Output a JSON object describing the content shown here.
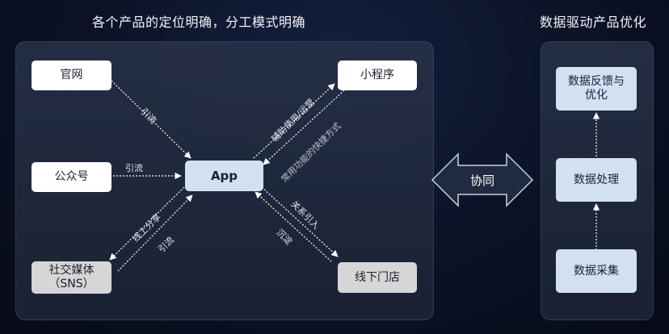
{
  "left": {
    "title": "各个产品的定位明确，分工模式明确",
    "nodes": {
      "guanwang": "官网",
      "gongzhonghao": "公众号",
      "shejiao_line1": "社交媒体",
      "shejiao_line2": "（SNS）",
      "app": "App",
      "xiaochengxu": "小程序",
      "xianxia": "线下门店"
    },
    "edge_labels": {
      "guanwang_app": "引流",
      "gongzhonghao_app": "引流",
      "app_shejiao": "线上分享",
      "shejiao_app": "引流",
      "app_xiaochengxu": "辅助使用/运营",
      "xiaochengxu_app": "常用功能的快捷方式",
      "app_xianxia": "关系引入",
      "xianxia_app": "沉淀"
    }
  },
  "middle": {
    "label": "协同"
  },
  "right": {
    "title": "数据驱动产品优化",
    "steps": {
      "top_line1": "数据反馈与",
      "top_line2": "优化",
      "middle": "数据处理",
      "bottom": "数据采集"
    }
  }
}
